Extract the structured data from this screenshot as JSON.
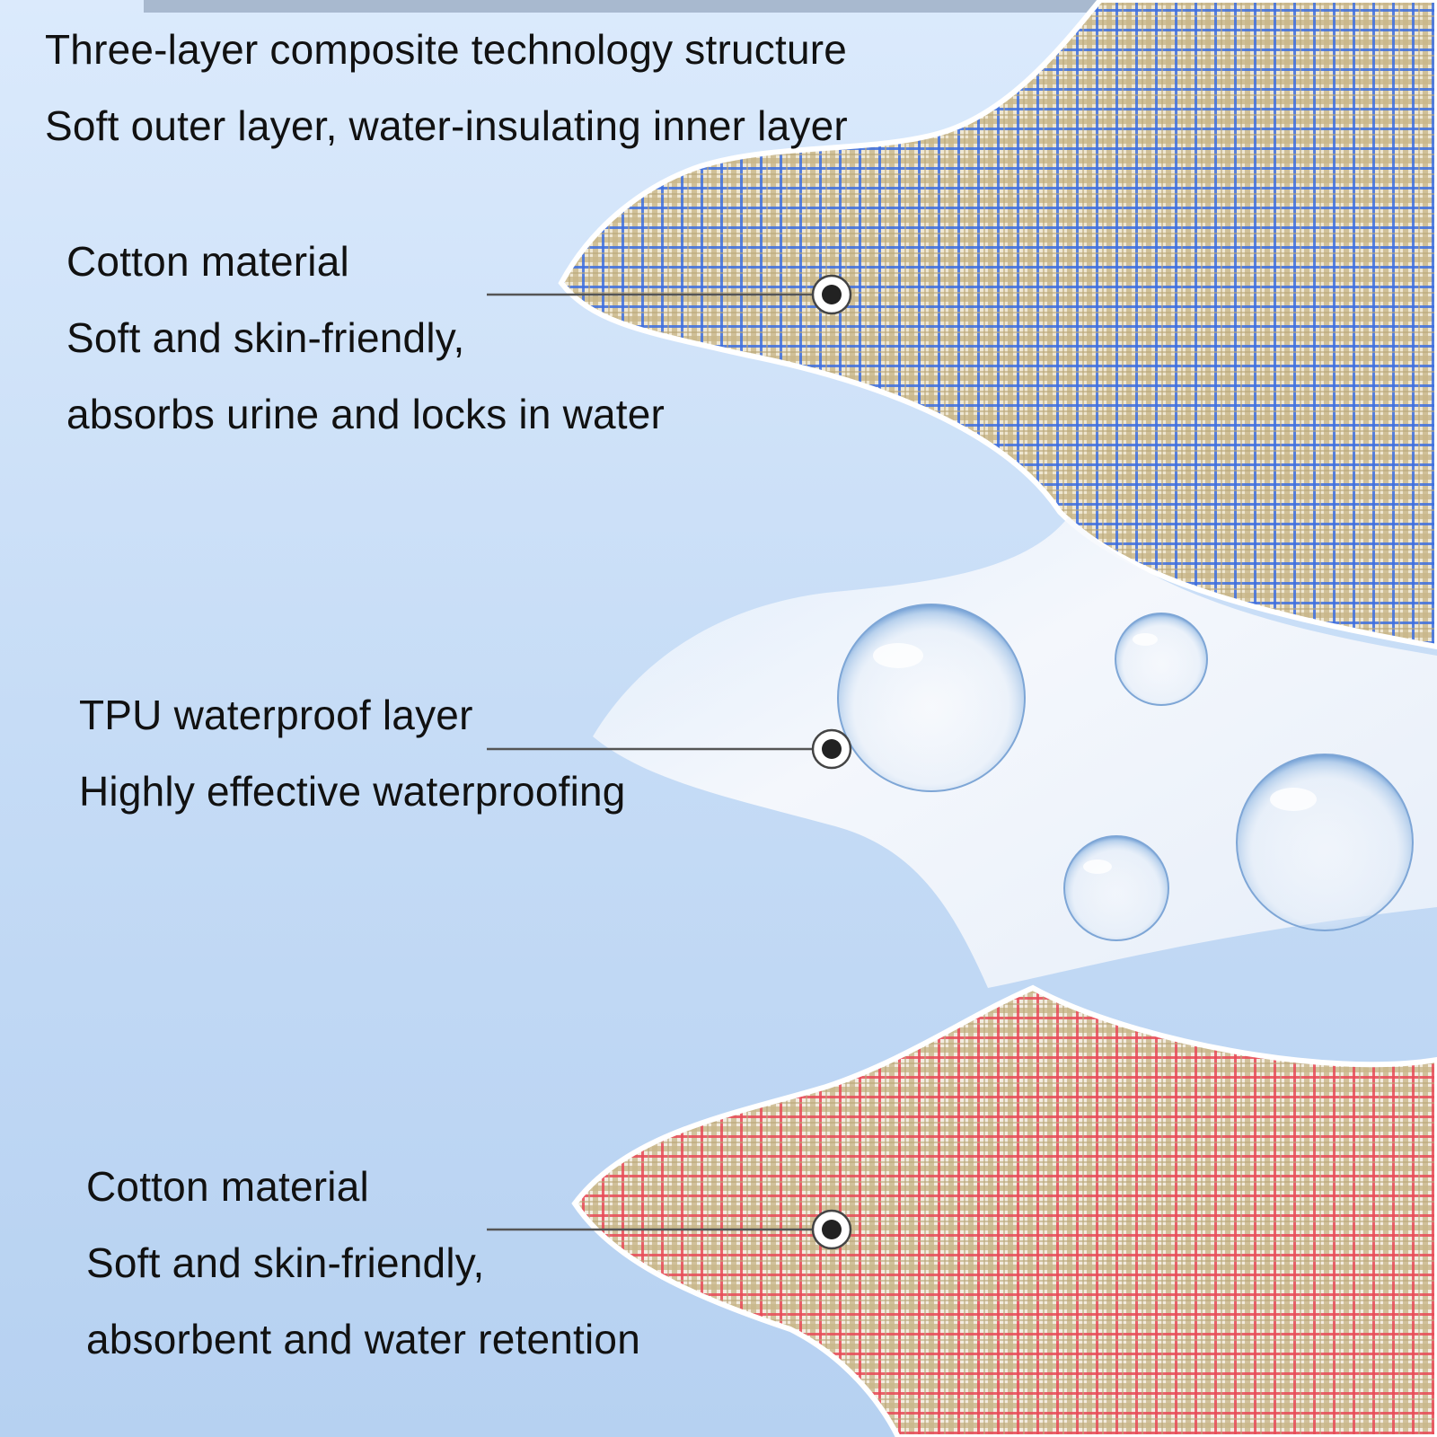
{
  "intro": {
    "line1": "Three-layer composite technology structure",
    "line2": "Soft outer layer, water-insulating inner layer"
  },
  "layers": [
    {
      "title": "Cotton material",
      "line2": "Soft and skin-friendly,",
      "line3": "absorbs urine and locks in water"
    },
    {
      "title": "TPU waterproof layer",
      "line2": "Highly effective waterproofing"
    },
    {
      "title": "Cotton material",
      "line2": "Soft and skin-friendly,",
      "line3": "absorbent and water retention"
    }
  ],
  "colors": {
    "background_top": "#d7e8fb",
    "background_bottom": "#b8d3f2",
    "top_fabric_lines": "#3f6fd8",
    "top_fabric_base": "#c9b98f",
    "bottom_fabric_lines": "#e8545f",
    "bottom_fabric_base": "#c9b98f",
    "tpu_layer": "#eef3fb"
  },
  "icons": [
    "water-droplet-icon",
    "callout-dot-icon"
  ]
}
